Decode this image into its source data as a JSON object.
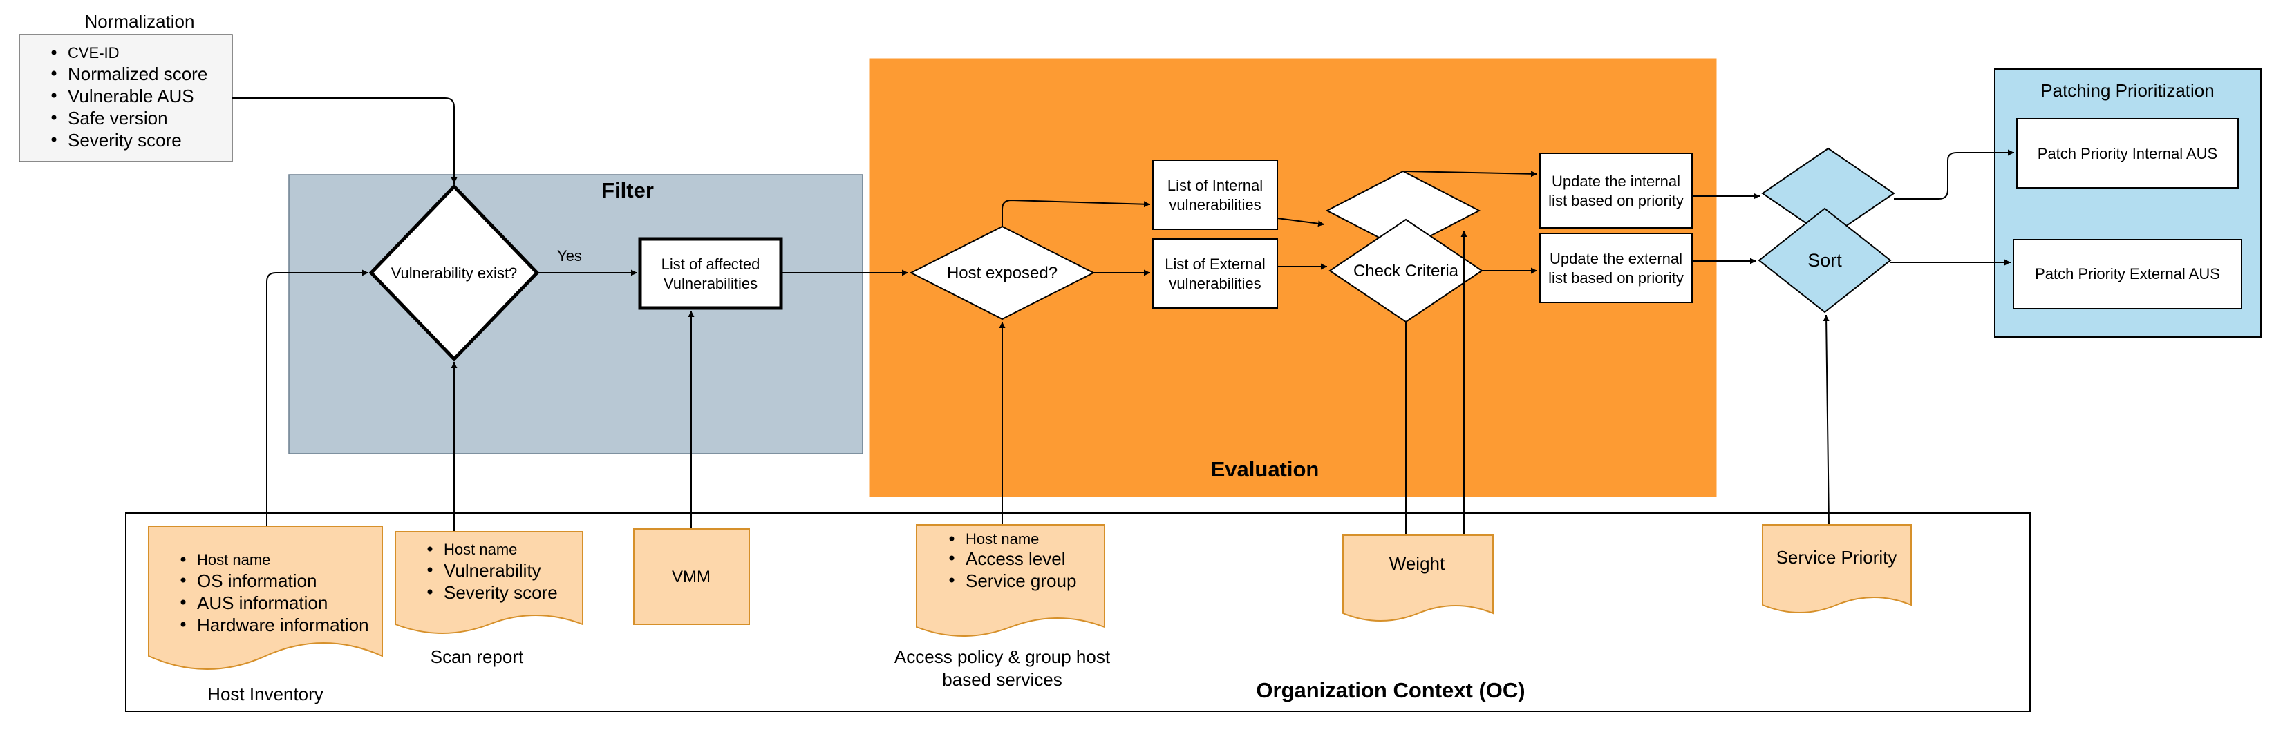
{
  "colors": {
    "filter_region": "#b8c8d4",
    "evaluation_region": "#fd9b33",
    "patching_region": "#b3ddf0",
    "sort_diamond": "#b3ddf0",
    "document_fill": "#fdd7ab",
    "document_stroke": "#d6902a",
    "normalization_fill": "#f5f5f5",
    "line": "#000000"
  },
  "normalization": {
    "title": "Normalization",
    "items": [
      "CVE-ID",
      "Normalized score",
      "Vulnerable AUS",
      "Safe version",
      "Severity score"
    ]
  },
  "filter": {
    "title": "Filter",
    "decision": "Vulnerability exist?",
    "yes_label": "Yes",
    "affected_line1": "List of affected",
    "affected_line2": "Vulnerabilities"
  },
  "evaluation": {
    "title": "Evaluation",
    "host_exposed": "Host exposed?",
    "internal_line1": "List of Internal",
    "internal_line2": "vulnerabilities",
    "external_line1": "List of External",
    "external_line2": "vulnerabilities",
    "check_criteria": "Check Criteria",
    "update_internal_line1": "Update the internal",
    "update_internal_line2": "list based on priority",
    "update_external_line1": "Update the external",
    "update_external_line2": "list based on priority"
  },
  "sort": {
    "label": "Sort"
  },
  "patching": {
    "title": "Patching Prioritization",
    "internal": "Patch Priority Internal AUS",
    "external": "Patch Priority External AUS"
  },
  "organization_context": {
    "title": "Organization Context (OC)",
    "host_inventory": {
      "items": [
        "Host name",
        "OS information",
        "AUS information",
        "Hardware information"
      ],
      "caption": "Host Inventory"
    },
    "scan_report": {
      "items": [
        "Host name",
        "Vulnerability",
        "Severity score"
      ],
      "caption": "Scan report"
    },
    "vmm": {
      "label": "VMM"
    },
    "access_policy": {
      "items": [
        "Host name",
        "Access level",
        "Service group"
      ],
      "caption_line1": "Access policy & group host",
      "caption_line2": "based services"
    },
    "weight": {
      "label": "Weight"
    },
    "service_priority": {
      "label": "Service Priority"
    }
  }
}
